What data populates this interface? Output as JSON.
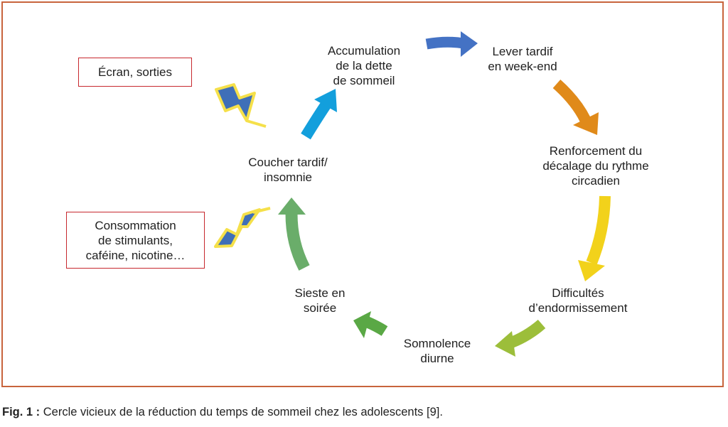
{
  "diagram": {
    "nodes": [
      {
        "id": "accumulation",
        "text": "Accumulation\nde la dette\nde sommeil"
      },
      {
        "id": "lever",
        "text": "Lever tardif\nen week-end"
      },
      {
        "id": "renforcement",
        "text": "Renforcement du\ndécalage du rythme\ncircadien"
      },
      {
        "id": "difficultes",
        "text": "Difficultés\nd’endormissement"
      },
      {
        "id": "somnolence",
        "text": "Somnolence\ndiurne"
      },
      {
        "id": "sieste",
        "text": "Sieste en\nsoirée"
      },
      {
        "id": "coucher",
        "text": "Coucher tardif/\ninsomnie"
      }
    ],
    "factors": [
      {
        "id": "ecran",
        "text": "Écran, sorties"
      },
      {
        "id": "stimulants",
        "text": "Consommation\nde stimulants,\ncaféine, nicotine…"
      }
    ],
    "colors": {
      "frame": "#c8643c",
      "box_border": "#c7282e",
      "arrow_blue": "#4472c4",
      "arrow_orange": "#e08a1a",
      "arrow_yellow": "#f2d21b",
      "arrow_lightgreen": "#9cbe3a",
      "arrow_green": "#5aa845",
      "arrow_medgreen": "#6aad6a",
      "arrow_cyan": "#139fdc",
      "bolt_fill": "#3f6fb8",
      "bolt_outline": "#f5e04a"
    }
  },
  "caption": {
    "lead": "Fig. 1 :",
    "text": " Cercle vicieux de la réduction du temps de sommeil chez les adolescents [9]."
  }
}
